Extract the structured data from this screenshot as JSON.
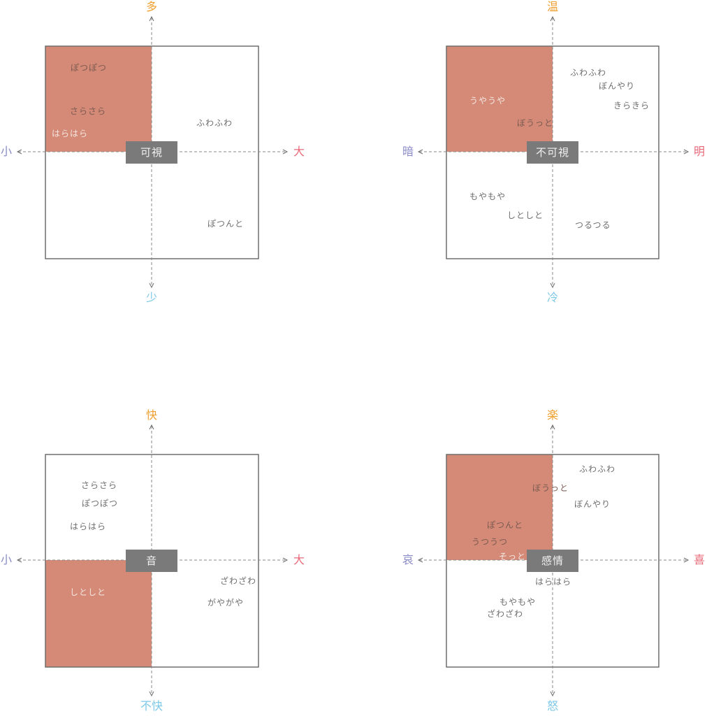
{
  "colors": {
    "fill": "#d48a76",
    "box_border": "#6e6e6e",
    "axis": "#8a8a8a",
    "center_box": "#7a7a7a",
    "top_label": "#f0a030",
    "bottom_label": "#7ec8e8",
    "left_label": "#8a8ac8",
    "right_label": "#e86a78"
  },
  "panels": [
    {
      "center_label": "可視",
      "axes": {
        "top": "多",
        "bottom": "少",
        "left": "小",
        "right": "大"
      },
      "highlighted_quadrant": "top-left",
      "words": [
        {
          "text": "ぽつぽつ",
          "quadrant": "top-left",
          "tone": "dark"
        },
        {
          "text": "さらさら",
          "quadrant": "top-left",
          "tone": "dark"
        },
        {
          "text": "はらはら",
          "quadrant": "top-left",
          "tone": "light"
        },
        {
          "text": "ふわふわ",
          "quadrant": "top-right",
          "tone": "normal"
        },
        {
          "text": "ぽつんと",
          "quadrant": "bottom-right",
          "tone": "normal"
        }
      ]
    },
    {
      "center_label": "不可視",
      "axes": {
        "top": "温",
        "bottom": "冷",
        "left": "暗",
        "right": "明"
      },
      "highlighted_quadrant": "top-left",
      "words": [
        {
          "text": "ふわふわ",
          "quadrant": "top-right",
          "tone": "normal"
        },
        {
          "text": "ぼんやり",
          "quadrant": "top-right",
          "tone": "normal"
        },
        {
          "text": "きらきら",
          "quadrant": "top-right",
          "tone": "normal"
        },
        {
          "text": "うやうや",
          "quadrant": "top-left",
          "tone": "light"
        },
        {
          "text": "ぼうっと",
          "quadrant": "top-left",
          "tone": "dark"
        },
        {
          "text": "もやもや",
          "quadrant": "bottom-left",
          "tone": "normal"
        },
        {
          "text": "しとしと",
          "quadrant": "bottom-left",
          "tone": "normal"
        },
        {
          "text": "つるつる",
          "quadrant": "bottom-right",
          "tone": "normal"
        }
      ]
    },
    {
      "center_label": "音",
      "axes": {
        "top": "快",
        "bottom": "不快",
        "left": "小",
        "right": "大"
      },
      "highlighted_quadrant": "bottom-left",
      "words": [
        {
          "text": "さらさら",
          "quadrant": "top-left",
          "tone": "normal"
        },
        {
          "text": "ぽつぽつ",
          "quadrant": "top-left",
          "tone": "normal"
        },
        {
          "text": "はらはら",
          "quadrant": "top-left",
          "tone": "normal"
        },
        {
          "text": "しとしと",
          "quadrant": "bottom-left",
          "tone": "light"
        },
        {
          "text": "ざわざわ",
          "quadrant": "bottom-right",
          "tone": "normal"
        },
        {
          "text": "がやがや",
          "quadrant": "bottom-right",
          "tone": "normal"
        }
      ]
    },
    {
      "center_label": "感情",
      "axes": {
        "top": "楽",
        "bottom": "怒",
        "left": "哀",
        "right": "喜"
      },
      "highlighted_quadrant": "top-left",
      "words": [
        {
          "text": "ふわふわ",
          "quadrant": "top-right",
          "tone": "normal"
        },
        {
          "text": "ぼうっと",
          "quadrant": "top-left",
          "tone": "dark"
        },
        {
          "text": "ぼんやり",
          "quadrant": "top-right",
          "tone": "normal"
        },
        {
          "text": "ぽつんと",
          "quadrant": "top-left",
          "tone": "dark"
        },
        {
          "text": "うつうつ",
          "quadrant": "top-left",
          "tone": "dark"
        },
        {
          "text": "そっと",
          "quadrant": "top-left",
          "tone": "light"
        },
        {
          "text": "はらはら",
          "quadrant": "bottom-right",
          "tone": "normal"
        },
        {
          "text": "もやもや",
          "quadrant": "bottom-left",
          "tone": "normal"
        },
        {
          "text": "ざわざわ",
          "quadrant": "bottom-left",
          "tone": "normal"
        }
      ]
    }
  ]
}
